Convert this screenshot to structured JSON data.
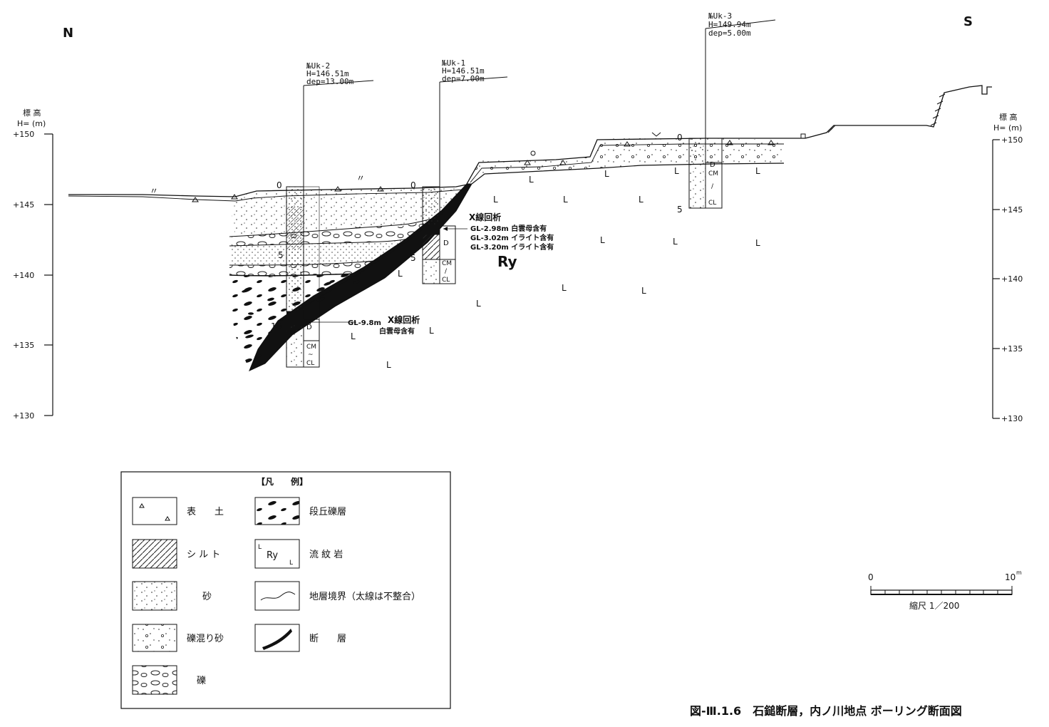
{
  "compass": {
    "north": "N",
    "south": "S"
  },
  "axis": {
    "label_line1": "標 高",
    "label_line2": "H= (m)",
    "ticks": [
      "+150",
      "+145",
      "+140",
      "+135",
      "+130"
    ]
  },
  "boreholes": [
    {
      "id": "№Uk-2",
      "h": "H=146.51m",
      "dep": "dep=13.00m",
      "depth_marks": [
        "0",
        "5",
        "10"
      ],
      "units": [
        "D",
        "CM",
        "~",
        "CL"
      ]
    },
    {
      "id": "№Uk-1",
      "h": "H=146.51m",
      "dep": "dep=7.00m",
      "depth_marks": [
        "0",
        "5"
      ],
      "units": [
        "D",
        "CM",
        "/",
        "CL"
      ]
    },
    {
      "id": "№Uk-3",
      "h": "H=149.94m",
      "dep": "dep=5.00m",
      "depth_marks": [
        "0",
        "5"
      ],
      "units": [
        "D",
        "CM",
        "/",
        "CL"
      ]
    }
  ],
  "annotations": {
    "xray_title": "X線回析",
    "xray_uk1": [
      "GL-2.98m 白雲母含有",
      "GL-3.02m イライト含有",
      "GL-3.20m イライト含有"
    ],
    "xray_uk2_depth": "GL-9.8m",
    "xray_uk2_note": "白雲母含有",
    "rock_label": "Ry",
    "rhyolite_mark": "L",
    "surface_mark": "〃"
  },
  "legend": {
    "title": "【凡　　例】",
    "items": [
      {
        "label": "表　　土"
      },
      {
        "label": "シ ル ト"
      },
      {
        "label": "砂"
      },
      {
        "label": "礫混り砂"
      },
      {
        "label": "礫"
      },
      {
        "label": "段丘礫層"
      },
      {
        "label": "流 紋 岩",
        "symbol_text": "Ry"
      },
      {
        "label": "地層境界（太線は不整合）"
      },
      {
        "label": "断　　層"
      }
    ]
  },
  "scale": {
    "zero": "0",
    "ten": "10",
    "unit": "m",
    "label": "縮尺 1／200"
  },
  "figure_title": "図-Ⅲ.1.6　石鎚断層，内ノ川地点 ボーリング断面図"
}
